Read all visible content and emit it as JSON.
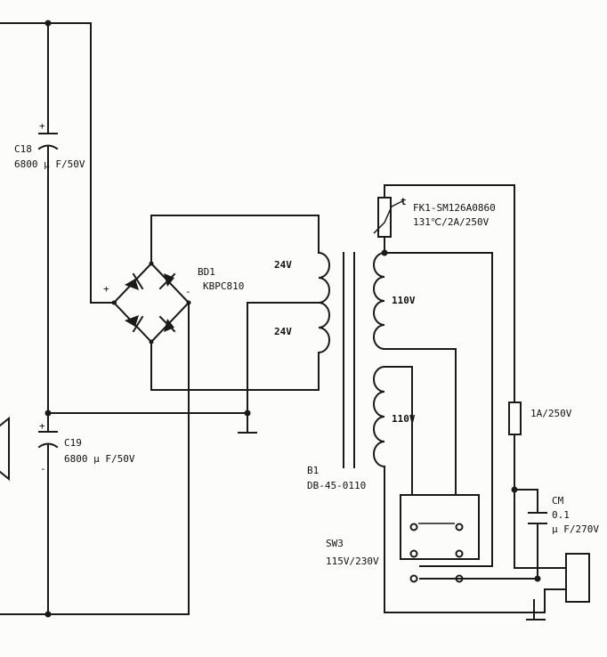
{
  "components": {
    "c18": {
      "ref": "C18",
      "value": "6800 μ F/50V",
      "plus": "+"
    },
    "c19": {
      "ref": "C19",
      "value": "6800 μ F/50V",
      "plus": "+",
      "minus": "-"
    },
    "bd1": {
      "ref": "BD1",
      "part": "KBPC810",
      "plus": "+",
      "minus": "-"
    },
    "transformer": {
      "ref": "B1",
      "part": "DB-45-0110",
      "sec_upper": "24V",
      "sec_lower": "24V",
      "pri_upper": "110V",
      "pri_lower": "110V"
    },
    "fk1": {
      "t_mark": "t",
      "part": "FK1-SM126A0860",
      "rating": "131℃/2A/250V"
    },
    "fuse": {
      "rating": "1A/250V"
    },
    "cm": {
      "ref": "CM",
      "value_1": "0.1",
      "value_2": "μ F/270V"
    },
    "sw3": {
      "ref": "SW3",
      "rating": "115V/230V"
    }
  }
}
